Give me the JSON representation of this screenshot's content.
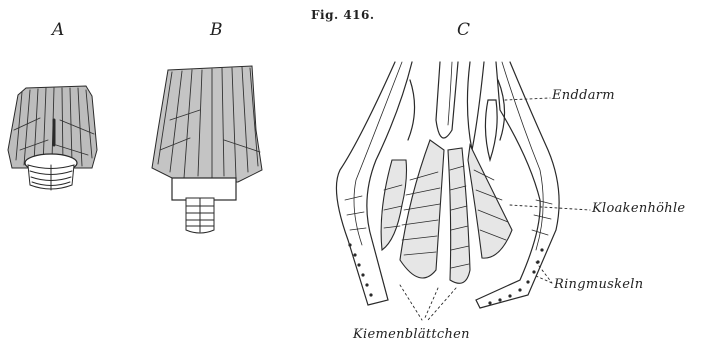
{
  "figure": {
    "number": "Fig. 416.",
    "panels": [
      "A",
      "B",
      "C"
    ]
  },
  "labels": {
    "enddarm": "Enddarm",
    "kloakenhoehle": "Kloakenhöhle",
    "ringmuskeln": "Ringmuskeln",
    "kiemenblaettchen": "Kiemenblättchen"
  },
  "colors": {
    "ink": "#2a2a2a",
    "paper": "#ffffff"
  }
}
